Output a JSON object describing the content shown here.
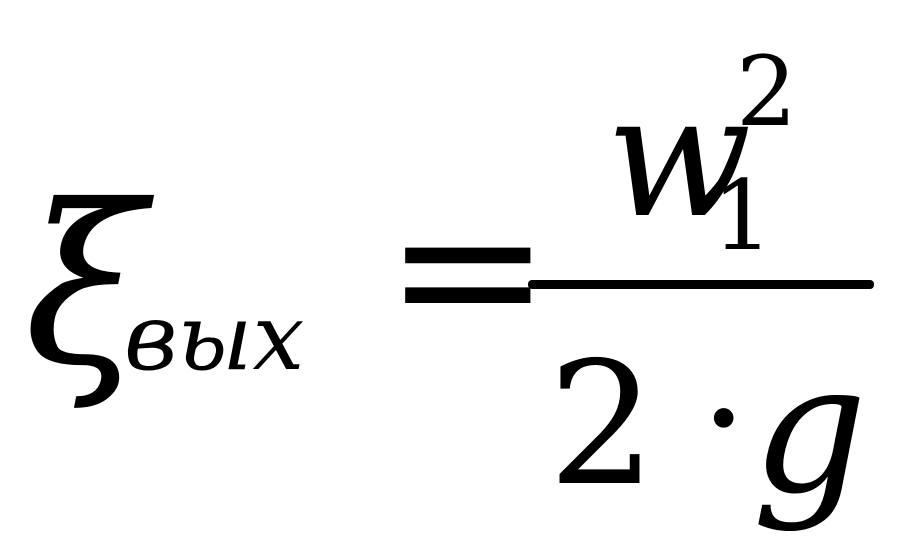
{
  "formula": {
    "lhs_symbol": "ξ",
    "lhs_subscript": "вых",
    "equals": "=",
    "numerator": {
      "base": "w",
      "subscript": "1",
      "superscript": "2"
    },
    "denominator": {
      "factor": "2",
      "operator": "·",
      "variable": "g"
    }
  },
  "colors": {
    "ink": "#000000",
    "background": "#ffffff"
  }
}
